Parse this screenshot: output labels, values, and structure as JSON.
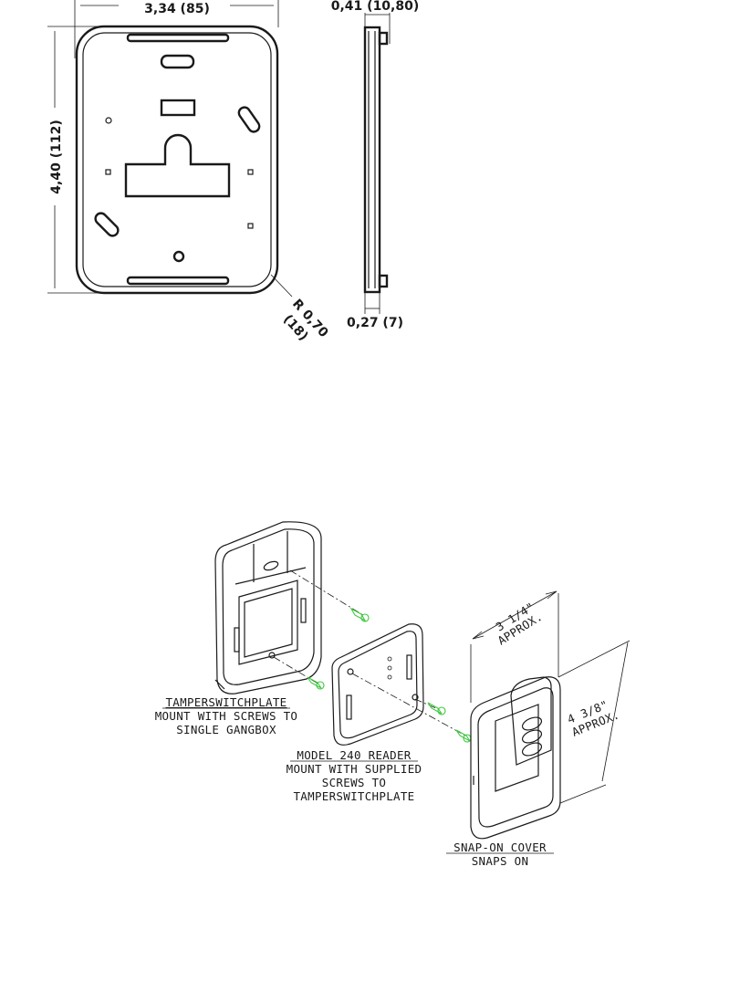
{
  "top_view": {
    "width_dim": "3,34 (85)",
    "height_dim": "4,40 (112)",
    "radius_dim_line1": "R 0,70",
    "radius_dim_line2": "(18)"
  },
  "side_view": {
    "depth_dim_top": "0,41 (10,80)",
    "depth_dim_bottom": "0,27 (7)"
  },
  "exploded_view": {
    "tamperswitchplate": {
      "title": "TAMPERSWITCHPLATE",
      "line1": "MOUNT WITH SCREWS TO",
      "line2": "SINGLE GANGBOX"
    },
    "reader": {
      "title": "MODEL 240 READER",
      "line1": "MOUNT WITH SUPPLIED",
      "line2": "SCREWS TO",
      "line3": "TAMPERSWITCHPLATE"
    },
    "cover": {
      "title": "SNAP-ON COVER",
      "line1": "SNAPS ON"
    },
    "width_dim_value": "3 1/4\"",
    "width_dim_note": "APPROX.",
    "height_dim_value": "4 3/8\"",
    "height_dim_note": "APPROX."
  },
  "colors": {
    "line": "#1a1a1a",
    "screw": "#3cc83c",
    "background": "#ffffff"
  }
}
